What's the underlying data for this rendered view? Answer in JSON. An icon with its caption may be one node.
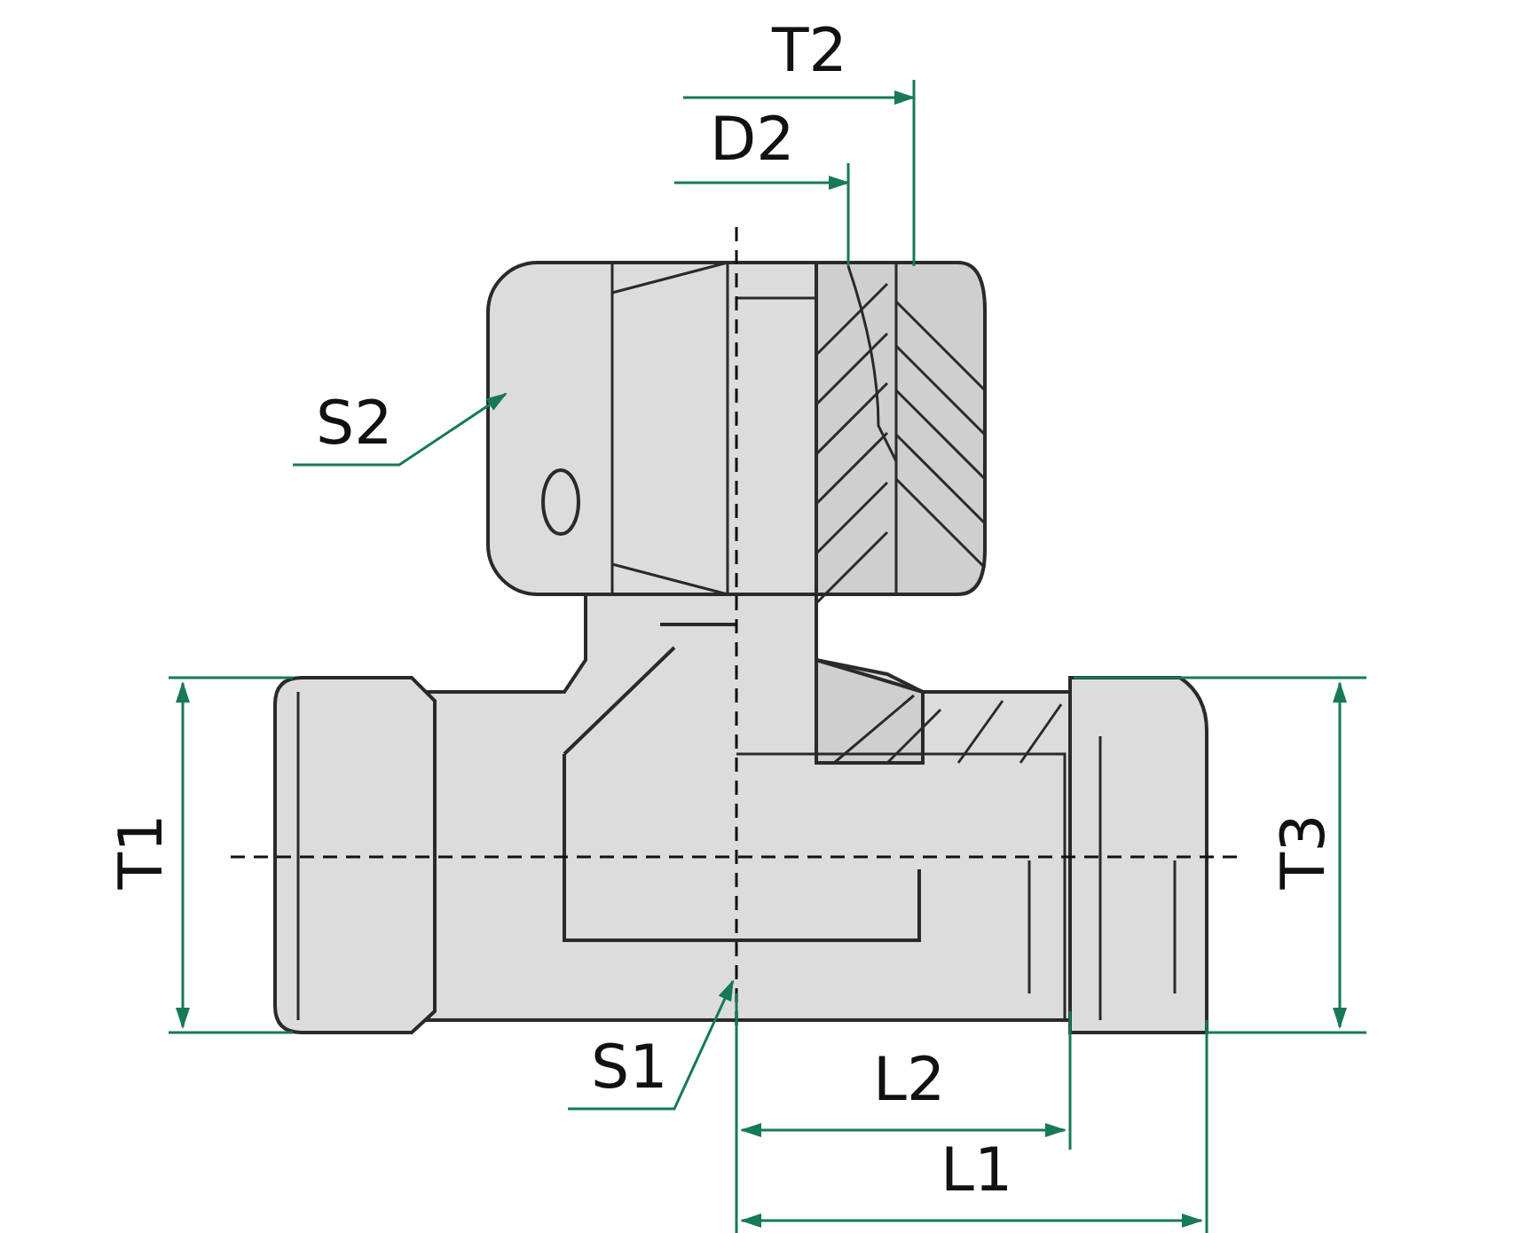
{
  "diagram": {
    "nodes": [
      {
        "text": [
          "S2"
        ]
      },
      {
        "text": [
          "S1"
        ]
      }
    ],
    "edges": [
      {
        "from": 0,
        "to": null,
        "arrow": "to"
      },
      {
        "from": 1,
        "to": null,
        "arrow": "to"
      }
    ],
    "labels": [
      "T2",
      "D2",
      "T1",
      "T3",
      "L2",
      "L1"
    ]
  }
}
